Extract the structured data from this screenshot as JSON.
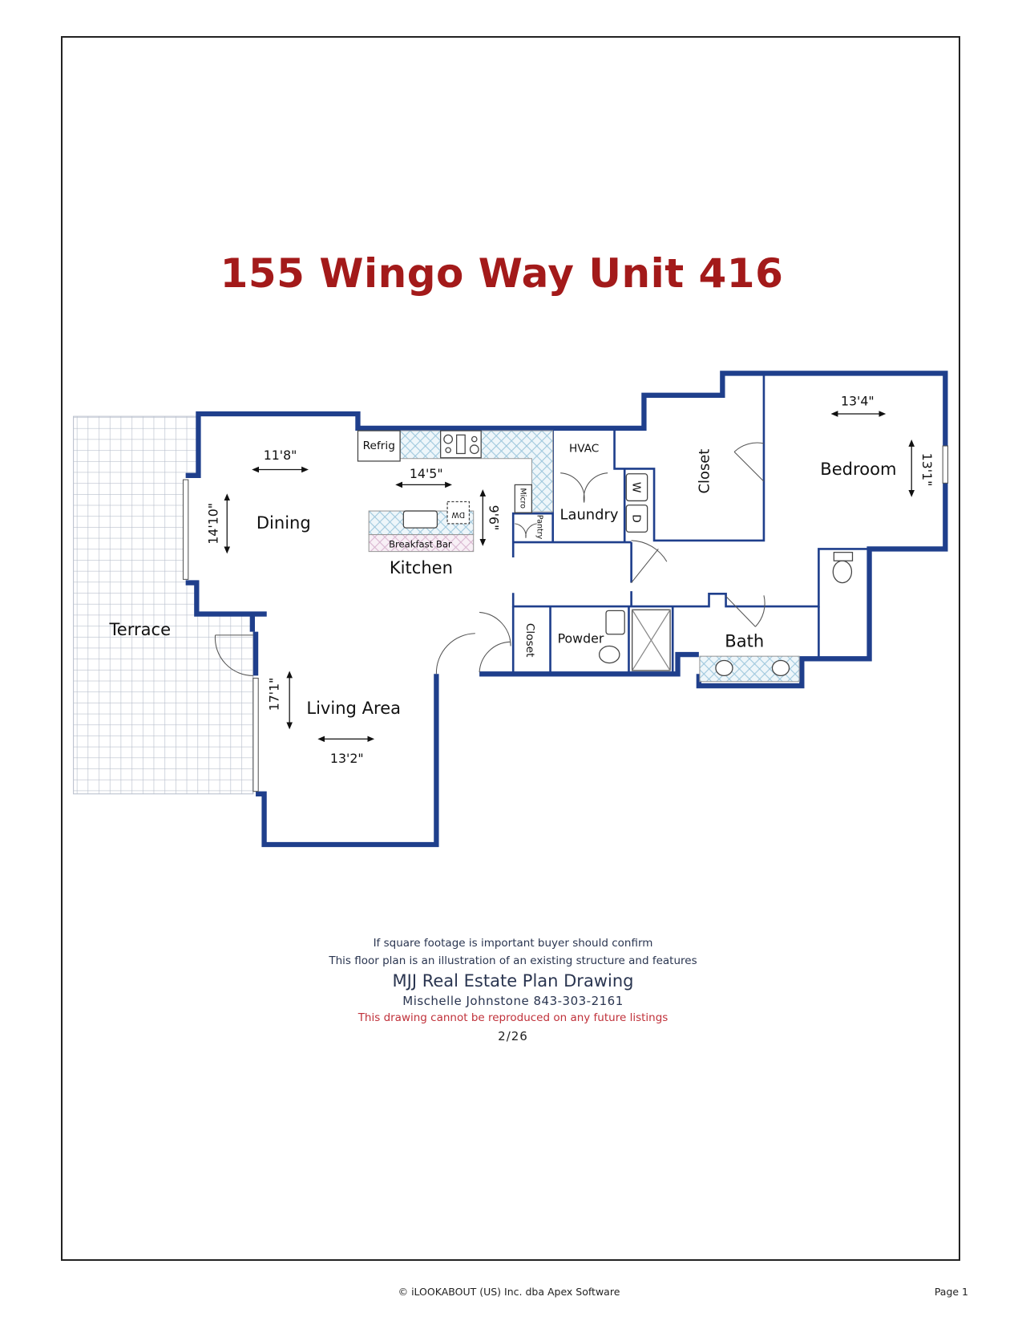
{
  "document": {
    "title": "155 Wingo Way Unit 416",
    "colors": {
      "title": "#a31a1a",
      "walls": "#1f3f8c",
      "notes_text": "#2a3550",
      "warning_text": "#c0313a"
    }
  },
  "floor_plan": {
    "rooms": {
      "terrace": {
        "label": "Terrace"
      },
      "dining": {
        "label": "Dining",
        "width": "11'8\"",
        "depth": "14'10\""
      },
      "kitchen": {
        "label": "Kitchen",
        "width": "14'5\"",
        "depth": "9'6\""
      },
      "living": {
        "label": "Living Area",
        "width": "13'2\"",
        "depth": "17'1\""
      },
      "laundry": {
        "label": "Laundry"
      },
      "hvac": {
        "label": "HVAC"
      },
      "closet_main": {
        "label": "Closet"
      },
      "closet_hall": {
        "label": "Closet"
      },
      "bedroom": {
        "label": "Bedroom",
        "width": "13'4\"",
        "depth": "13'1\""
      },
      "powder": {
        "label": "Powder"
      },
      "bath": {
        "label": "Bath"
      }
    },
    "fixtures": {
      "refrigerator": "Refrig",
      "microwave": "Micro",
      "pantry": "Pantry",
      "dishwasher": "DW",
      "breakfast_bar": "Breakfast Bar",
      "washer": "W",
      "dryer": "D"
    }
  },
  "notes": {
    "line1": "If square footage is important buyer should confirm",
    "line2": "This floor plan is an illustration of an existing structure and features",
    "company": "MJJ Real Estate Plan Drawing",
    "contact": "Mischelle Johnstone 843-303-2161",
    "warning": "This drawing cannot be reproduced on any future listings",
    "date": "2/26"
  },
  "footer": {
    "copyright": "© iLOOKABOUT (US) Inc. dba Apex Software",
    "page": "Page 1"
  }
}
